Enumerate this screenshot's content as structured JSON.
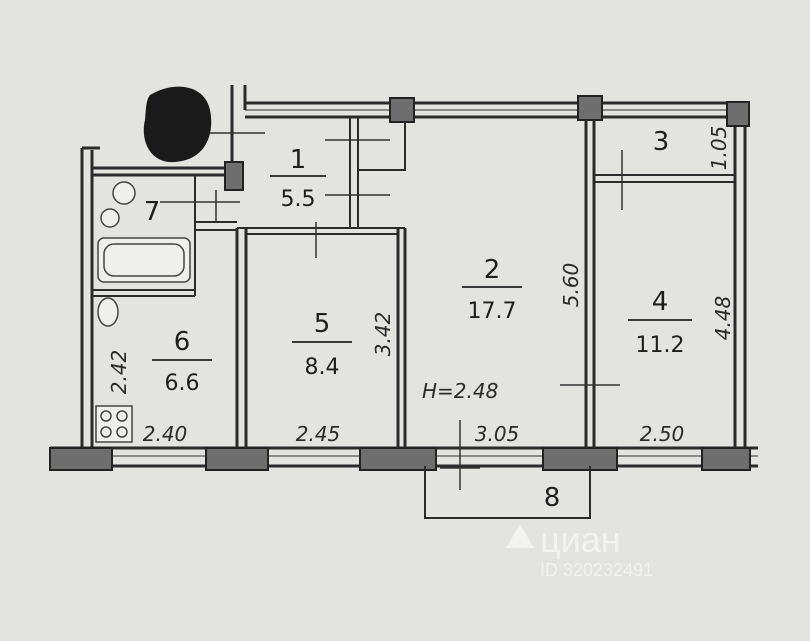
{
  "rooms": [
    {
      "number": "1",
      "area": "5.5"
    },
    {
      "number": "2",
      "area": "17.7"
    },
    {
      "number": "3",
      "area": ""
    },
    {
      "number": "4",
      "area": "11.2"
    },
    {
      "number": "5",
      "area": "8.4"
    },
    {
      "number": "6",
      "area": "6.6"
    },
    {
      "number": "7",
      "area": ""
    },
    {
      "number": "8",
      "area": ""
    }
  ],
  "dimensions": {
    "room3_depth": "1.05",
    "room2_depth": "5.60",
    "room4_depth": "4.48",
    "room5_depth": "3.42",
    "room6_depth": "2.42",
    "room6_width": "2.40",
    "room5_width": "2.45",
    "room2_width": "3.05",
    "room4_width": "2.50"
  },
  "ceiling_height": "H=2.48",
  "watermark": {
    "brand": "циан",
    "id": "ID 320232491"
  },
  "colors": {
    "paper": "#e3e3e0",
    "wall": "#2b2b2b",
    "pillar": "#6e6e6e",
    "redaction": "#1a1a1a"
  }
}
